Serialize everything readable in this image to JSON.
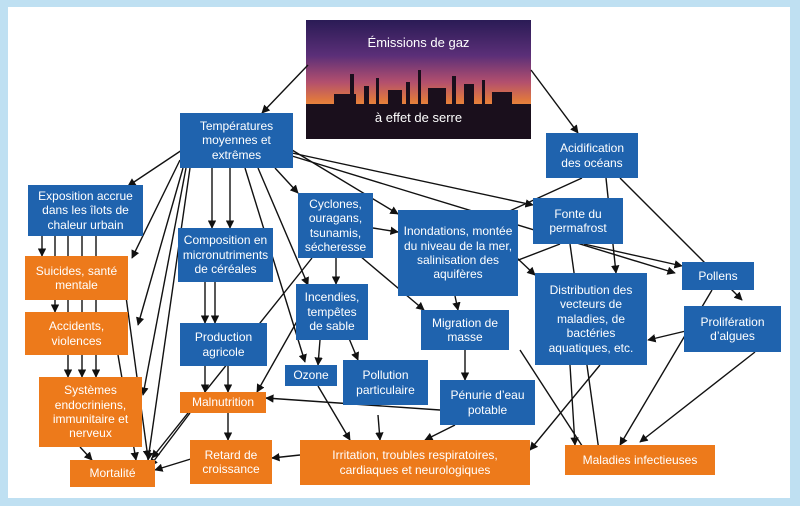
{
  "header": {
    "title": "Émissions de gaz",
    "subtitle": "à effet de serre"
  },
  "colors": {
    "cause": "#1f63ae",
    "effect": "#ed7a1b",
    "frame": "#bfe0f2",
    "arrow": "#111111"
  },
  "nodes": {
    "temperatures": "Températures moyennes et extrêmes",
    "acidification": "Acidification des océans",
    "exposition": "Exposition accrue dans les îlots de chaleur urbain",
    "composition": "Composition en micronutriments de céréales",
    "cyclones": "Cyclones, ouragans, tsunamis, sécheresse",
    "inondations": "Inondations, montée du niveau de la mer, salinisation des aquifères",
    "fonte": "Fonte du permafrost",
    "pollens": "Pollens",
    "suicides": "Suicides, santé mentale",
    "incendies": "Incendies, tempêtes de sable",
    "migration": "Migration de masse",
    "distribution": "Distribution des vecteurs de maladies, de bactéries aquatiques, etc.",
    "proliferation": "Prolifération d’algues",
    "accidents": "Accidents, violences",
    "production": "Production agricole",
    "ozone": "Ozone",
    "pollution": "Pollution particulaire",
    "penurie": "Pénurie d’eau potable",
    "systemes": "Systèmes endocriniens, immunitaire et nerveux",
    "malnutrition": "Malnutrition",
    "retard": "Retard de croissance",
    "irritation": "Irritation, troubles respiratoires, cardiaques et neurologiques",
    "maladies": "Maladies infectieuses",
    "mortalite": "Mortalité"
  }
}
